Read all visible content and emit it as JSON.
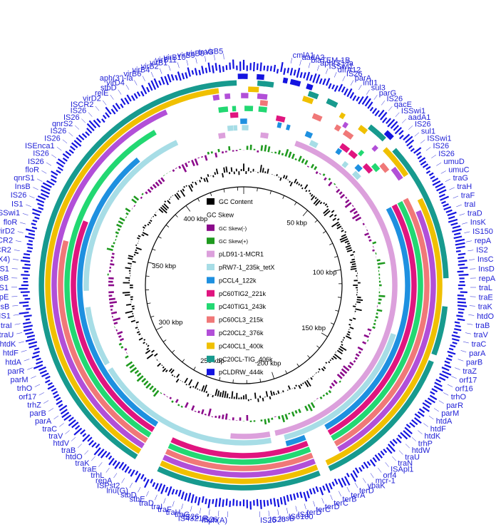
{
  "ticks": [
    "50 kbp",
    "100 kbp",
    "150 kbp",
    "200 kbp",
    "250 kbp",
    "300 kbp",
    "350 kbp",
    "400 kbp"
  ],
  "legend": [
    {
      "label": "GC Content",
      "color": "#000000"
    },
    {
      "label": "GC Skew",
      "color": ""
    },
    {
      "label": "GC Skew(-)",
      "color": "#8b0a8b"
    },
    {
      "label": "GC Skew(+)",
      "color": "#1f9a1f"
    },
    {
      "label": "pLD91-1-MCR1",
      "color": "#dca0dc"
    },
    {
      "label": "pRW7-1_235k_tetX",
      "color": "#a7dde6"
    },
    {
      "label": "pCCL4_122k",
      "color": "#1e90e0"
    },
    {
      "label": "pC60TIG2_221k",
      "color": "#e0157f"
    },
    {
      "label": "pC40TIG1_243k",
      "color": "#22d872"
    },
    {
      "label": "pC60CL3_215k",
      "color": "#f07878"
    },
    {
      "label": "pC20CL2_376k",
      "color": "#b24fd8"
    },
    {
      "label": "pC40CL1_400k",
      "color": "#f0c000"
    },
    {
      "label": "pC20CL-TIG_406k",
      "color": "#179a8e"
    },
    {
      "label": "pCLDRW_444k",
      "color": "#1414e0"
    }
  ],
  "genes_right": [
    "cmlA1",
    "aadA2",
    "blaTEM-1B",
    "aph(3')-Ia",
    "ISSwi1",
    "dfrA12",
    "IS26",
    "parA",
    "intI1",
    "sul3",
    "parG",
    "IS26",
    "qacE",
    "ISSwi1",
    "aadA1",
    "IS26",
    "sul1",
    "ISSwi1",
    "IS26",
    "IS26",
    "umuD",
    "umuC",
    "traG",
    "traH",
    "traF",
    "traI",
    "traD",
    "InsK",
    "IS150",
    "repA",
    "IS2",
    "InsC",
    "InsD",
    "repA",
    "traL",
    "traE",
    "traK",
    "htdO",
    "traB",
    "traV",
    "traC",
    "parA",
    "parB",
    "traZ",
    "orf17",
    "orf16",
    "trhO",
    "parR",
    "parM",
    "htdA",
    "htdF",
    "htdK",
    "trhP",
    "htdW",
    "traU",
    "traN",
    "ISApl1",
    "orf4",
    "mcr-1",
    "ybaK",
    "terD",
    "terA",
    "terB",
    "terC",
    "terD",
    "terC",
    "terD",
    "IS1",
    "IS6100",
    "InsB",
    "IS26",
    "IS26"
  ],
  "genes_left": [
    "virB5",
    "traG",
    "virB8",
    "virB9",
    "virB10",
    "virB11",
    "virB1",
    "virB2",
    "virB4",
    "virB6",
    "aph(3')-Ia",
    "virD4",
    "stbD",
    "relE",
    "virD2",
    "ISCR2",
    "IS26",
    "IS26",
    "qnrS2",
    "IS26",
    "IS26",
    "ISEnca1",
    "IS26",
    "IS26",
    "floR",
    "qnrS1",
    "InsB",
    "IS26",
    "IS1",
    "ISSwi1",
    "floR",
    "virD2",
    "ΔISCR2",
    "ISCR2",
    "tet(X4)",
    "IS1",
    "InsB",
    "IS1",
    "repE",
    "InsB",
    "IS1",
    "traI",
    "traU",
    "htdK",
    "htdF",
    "htdA",
    "parR",
    "parM",
    "trhO",
    "orf17",
    "trhZ",
    "parB",
    "parA",
    "traC",
    "traV",
    "htdV",
    "traB",
    "htdO",
    "traK",
    "traE",
    "trhL",
    "repA",
    "ISPst2",
    "lnu(G)",
    "stbD",
    "stbE",
    "traD",
    "traI",
    "traF",
    "traH",
    "traG",
    "IS26",
    "IS4321R",
    "IS26",
    "mph(A)"
  ]
}
